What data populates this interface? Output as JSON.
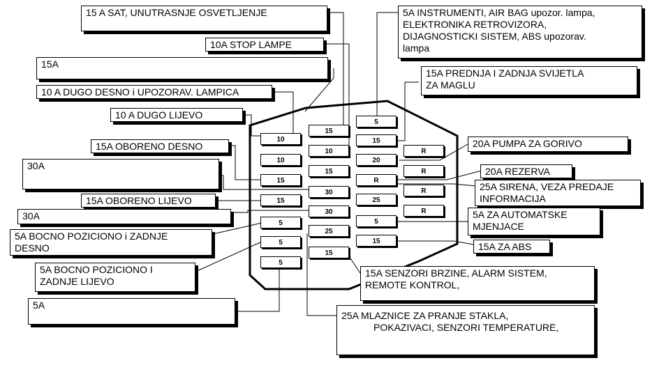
{
  "fuses": [
    {
      "id": "f1",
      "value": "10"
    },
    {
      "id": "f2",
      "value": "10"
    },
    {
      "id": "f3",
      "value": "15"
    },
    {
      "id": "f4",
      "value": "15"
    },
    {
      "id": "f5",
      "value": "5"
    },
    {
      "id": "f6",
      "value": "5"
    },
    {
      "id": "f7",
      "value": "5"
    },
    {
      "id": "f8",
      "value": "15"
    },
    {
      "id": "f9",
      "value": "10"
    },
    {
      "id": "f10",
      "value": "15"
    },
    {
      "id": "f11",
      "value": "30"
    },
    {
      "id": "f12",
      "value": "30"
    },
    {
      "id": "f13",
      "value": "25"
    },
    {
      "id": "f14",
      "value": "15"
    },
    {
      "id": "f15",
      "value": "5"
    },
    {
      "id": "f16",
      "value": "15"
    },
    {
      "id": "f17",
      "value": "20"
    },
    {
      "id": "f18",
      "value": "R"
    },
    {
      "id": "f19",
      "value": "25"
    },
    {
      "id": "f20",
      "value": "5"
    },
    {
      "id": "f21",
      "value": "15"
    },
    {
      "id": "r1",
      "value": "R"
    },
    {
      "id": "r2",
      "value": "R"
    },
    {
      "id": "r3",
      "value": "R"
    },
    {
      "id": "r4",
      "value": "R"
    }
  ],
  "labels": {
    "sat": "15 A    SAT, UNUTRASNJE OSVETLJENJE",
    "stop": "10A  STOP LAMPE",
    "l15a": "15A",
    "dugo_desno": "10 A  DUGO DESNO i UPOZORAV. LAMPICA",
    "dugo_lijevo": "10 A     DUGO LIJEVO",
    "oboreno_desno": "15A  OBORENO DESNO",
    "l30a_1": "30A",
    "oboreno_lijevo": "15A OBORENO LIJEVO",
    "l30a_2": "30A",
    "bocno_desno": "5A  BOCNO POZICIONO i ZADNJE\nDESNO",
    "bocno_lijevo": "5A  BOCNO POZICIONO I\nZADNJE LIJEVO",
    "l5a": "5A",
    "instrumenti": "5A  INSTRUMENTI, AIR BAG upozor. lampa,\nELEKTRONIKA RETROVIZORA,\nDIJAGNOSTICKI SISTEM, ABS upozorav.\nlampa",
    "magla": "15A  PREDNJA I ZADNJA SVIJETLA\nZA MAGLU",
    "pumpa": "20A   PUMPA ZA GORIVO",
    "rezerva": "20A  REZERVA",
    "sirena": "25A  SIRENA, VEZA PREDAJE\nINFORMACIJA",
    "automatske": "5A  ZA AUTOMATSKE\nMJENJACE",
    "abs": "15A  ZA  ABS",
    "senzori_head": "15A  SENZORI BRZINE, ALARM SISTEM,",
    "senzori_body": "REMOTE KONTROL,",
    "mlaznice_head": "25A   MLAZNICE ZA PRANJE STAKLA,",
    "mlaznice_body": "POKAZIVACI, SENZORI TEMPERATURE,"
  }
}
